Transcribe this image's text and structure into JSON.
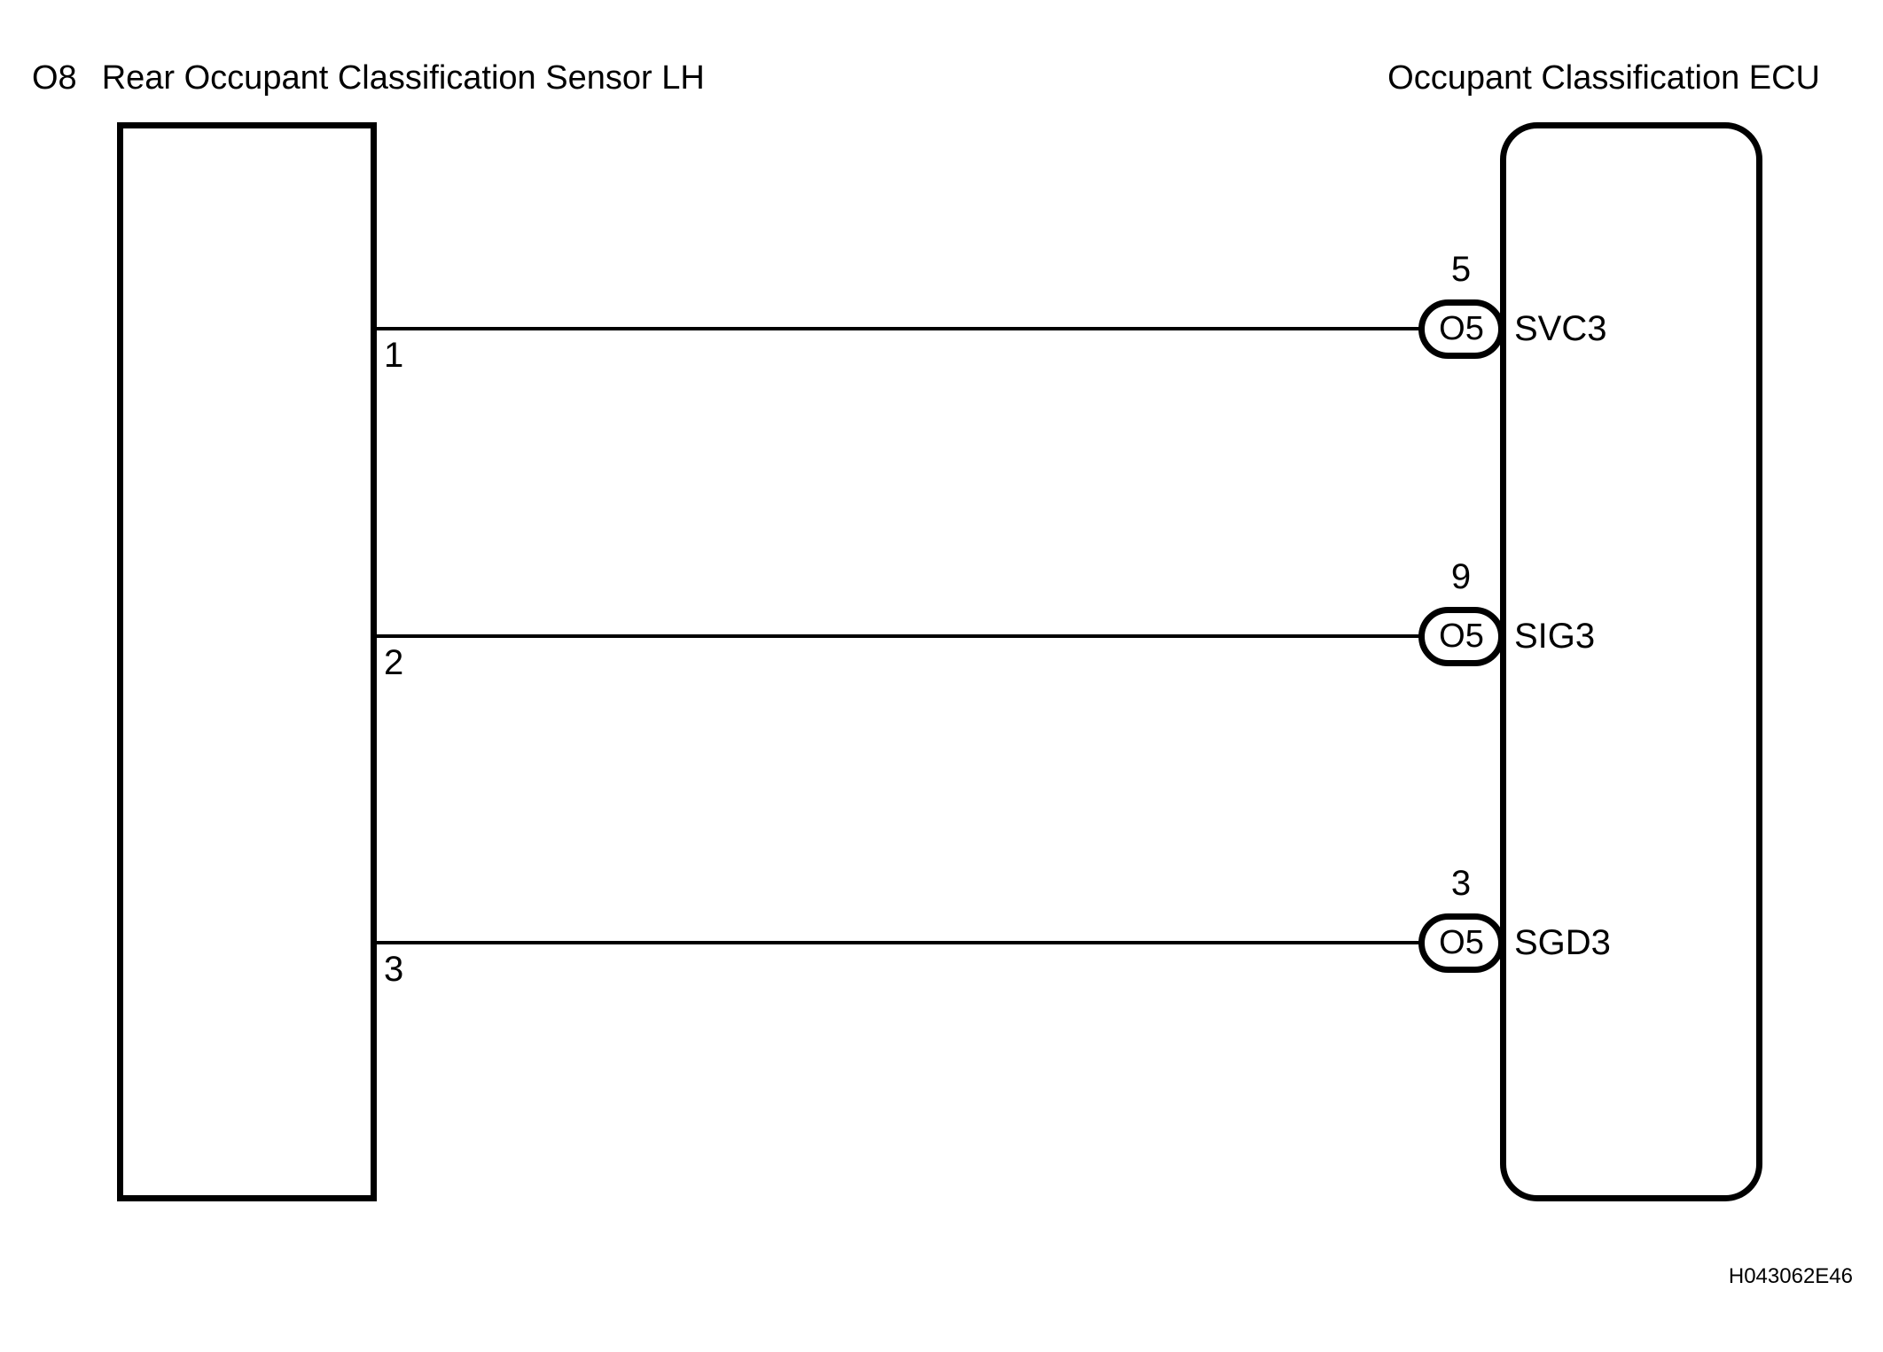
{
  "page": {
    "background": "#ffffff",
    "line_color": "#000000"
  },
  "left_component": {
    "id": "O8",
    "name": "Rear Occupant Classification Sensor LH"
  },
  "right_component": {
    "name": "Occupant Classification ECU"
  },
  "connections": [
    {
      "left_pin": "1",
      "ecu_pin": "5",
      "connector": "O5",
      "signal": "SVC3"
    },
    {
      "left_pin": "2",
      "ecu_pin": "9",
      "connector": "O5",
      "signal": "SIG3"
    },
    {
      "left_pin": "3",
      "ecu_pin": "3",
      "connector": "O5",
      "signal": "SGD3"
    }
  ],
  "footer": {
    "code": "H043062E46"
  }
}
